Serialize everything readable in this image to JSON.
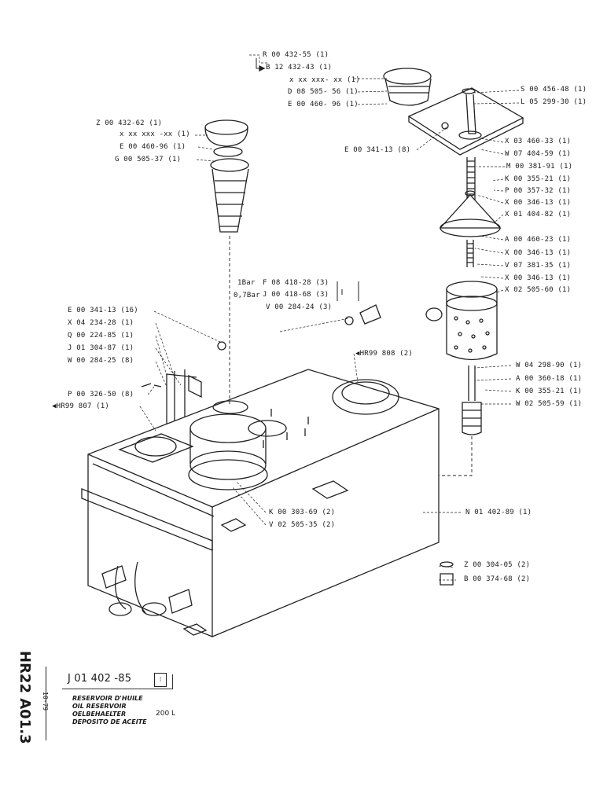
{
  "labels_top": {
    "r_00_432_55": "R 00 432-55 (1)",
    "b_12_432_43": "B 12 432-43 (1)",
    "x_xx_xxx_xx_a": "x xx xxx- xx (1)",
    "d_08_505_56": "D 08 505- 56 (1)",
    "e_00_460_96_top": "E 00 460- 96 (1)",
    "s_00_456_48": "S 00 456-48 (1)",
    "l_05_299_30": "L 05 299-30 (1)"
  },
  "labels_left": {
    "z_00_432_62": "Z 00 432-62 (1)",
    "x_xx_xxx_xx_b": "x xx xxx -xx (1)",
    "e_00_460_96": "E 00 460-96 (1)",
    "g_00_505_37": "G 00 505-37 (1)",
    "e_00_341_13_16": "E 00 341-13 (16)",
    "x_04_234_28": "X 04 234-28 (1)",
    "q_00_224_85": "Q 00 224-85 (1)",
    "j_01_304_87": "J 01 304-87 (1)",
    "w_00_284_25": "W 00 284-25 (8)",
    "p_00_326_50": "P 00 326-50 (8)",
    "hr99_807": "◀HR99 807 (1)"
  },
  "labels_mid": {
    "e_00_341_13_8": "E 00 341-13 (8)",
    "bar1": "1Bar",
    "bar07": "0,7Bar",
    "f_08_418_28": "F 08 418-28 (3)",
    "j_00_418_68": "J 00 418-68 (3)",
    "v_00_284_24": "V 00 284-24 (3)",
    "hr99_808": "◀HR99 808 (2)",
    "k_00_303_69": "K 00 303-69 (2)",
    "v_02_505_35": "V 02 505-35 (2)"
  },
  "labels_right": {
    "x_03_460_33": "X 03 460-33 (1)",
    "w_07_404_59": "W 07 404-59 (1)",
    "m_00_381_91": "M 00 381-91 (1)",
    "k_00_355_21_a": "K 00 355-21 (1)",
    "p_00_357_32": "P 00 357-32 (1)",
    "x_00_346_13_a": "X 00 346-13 (1)",
    "x_01_404_82": "X 01 404-82 (1)",
    "a_00_460_23": "A 00 460-23 (1)",
    "x_00_346_13_b": "X 00 346-13 (1)",
    "v_07_381_35": "V 07 381-35 (1)",
    "x_00_346_13_c": "X 00 346-13 (1)",
    "x_02_505_60": "X 02 505-60 (1)",
    "w_04_298_90": "W 04 298-90 (1)",
    "a_00_360_18": "A 00 360-18 (1)",
    "k_00_355_21_b": "K 00 355-21 (1)",
    "w_02_505_59": "W 02 505-59 (1)",
    "n_01_402_89": "N 01 402-89 (1)",
    "z_00_304_05": "Z 00 304-05 (2)",
    "b_00_374_68": "B 00 374-68 (2)"
  },
  "title_block": {
    "side_code": "HR22 A01.3",
    "date": "10-79",
    "part_number": "J 01 402 -85",
    "title_fr": "RESERVOIR D'HUILE",
    "title_en": "OIL RESERVOIR",
    "title_de": "OELBEHAELTER",
    "title_es": "DEPOSITO DE ACEITE",
    "capacity": "200 L"
  }
}
